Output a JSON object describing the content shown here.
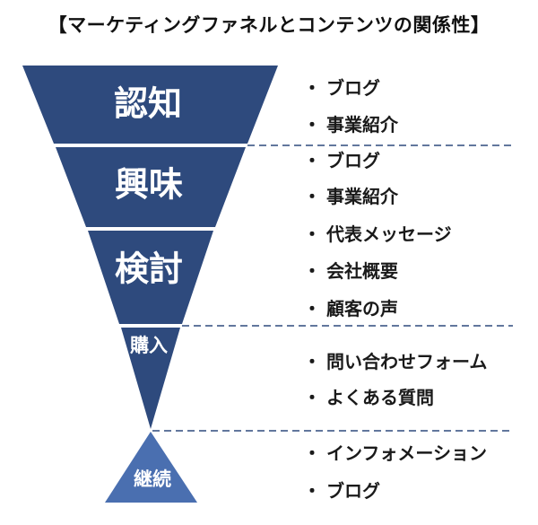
{
  "title": "【マーケティングファネルとコンテンツの関係性】",
  "colors": {
    "funnel": "#2e4a7d",
    "divider": "#2e4a7d",
    "background": "#ffffff"
  },
  "bullet": "・",
  "stages": [
    {
      "label": "認知",
      "items": [
        "ブログ",
        "事業紹介"
      ]
    },
    {
      "label": "興味",
      "items": [
        "ブログ",
        "事業紹介",
        "代表メッセージ"
      ]
    },
    {
      "label": "検討",
      "items": [
        "会社概要",
        "顧客の声"
      ]
    },
    {
      "label": "購入",
      "items": [
        "問い合わせフォーム",
        "よくある質問"
      ]
    },
    {
      "label": "継続",
      "items": [
        "インフォメーション",
        "ブログ"
      ]
    }
  ]
}
